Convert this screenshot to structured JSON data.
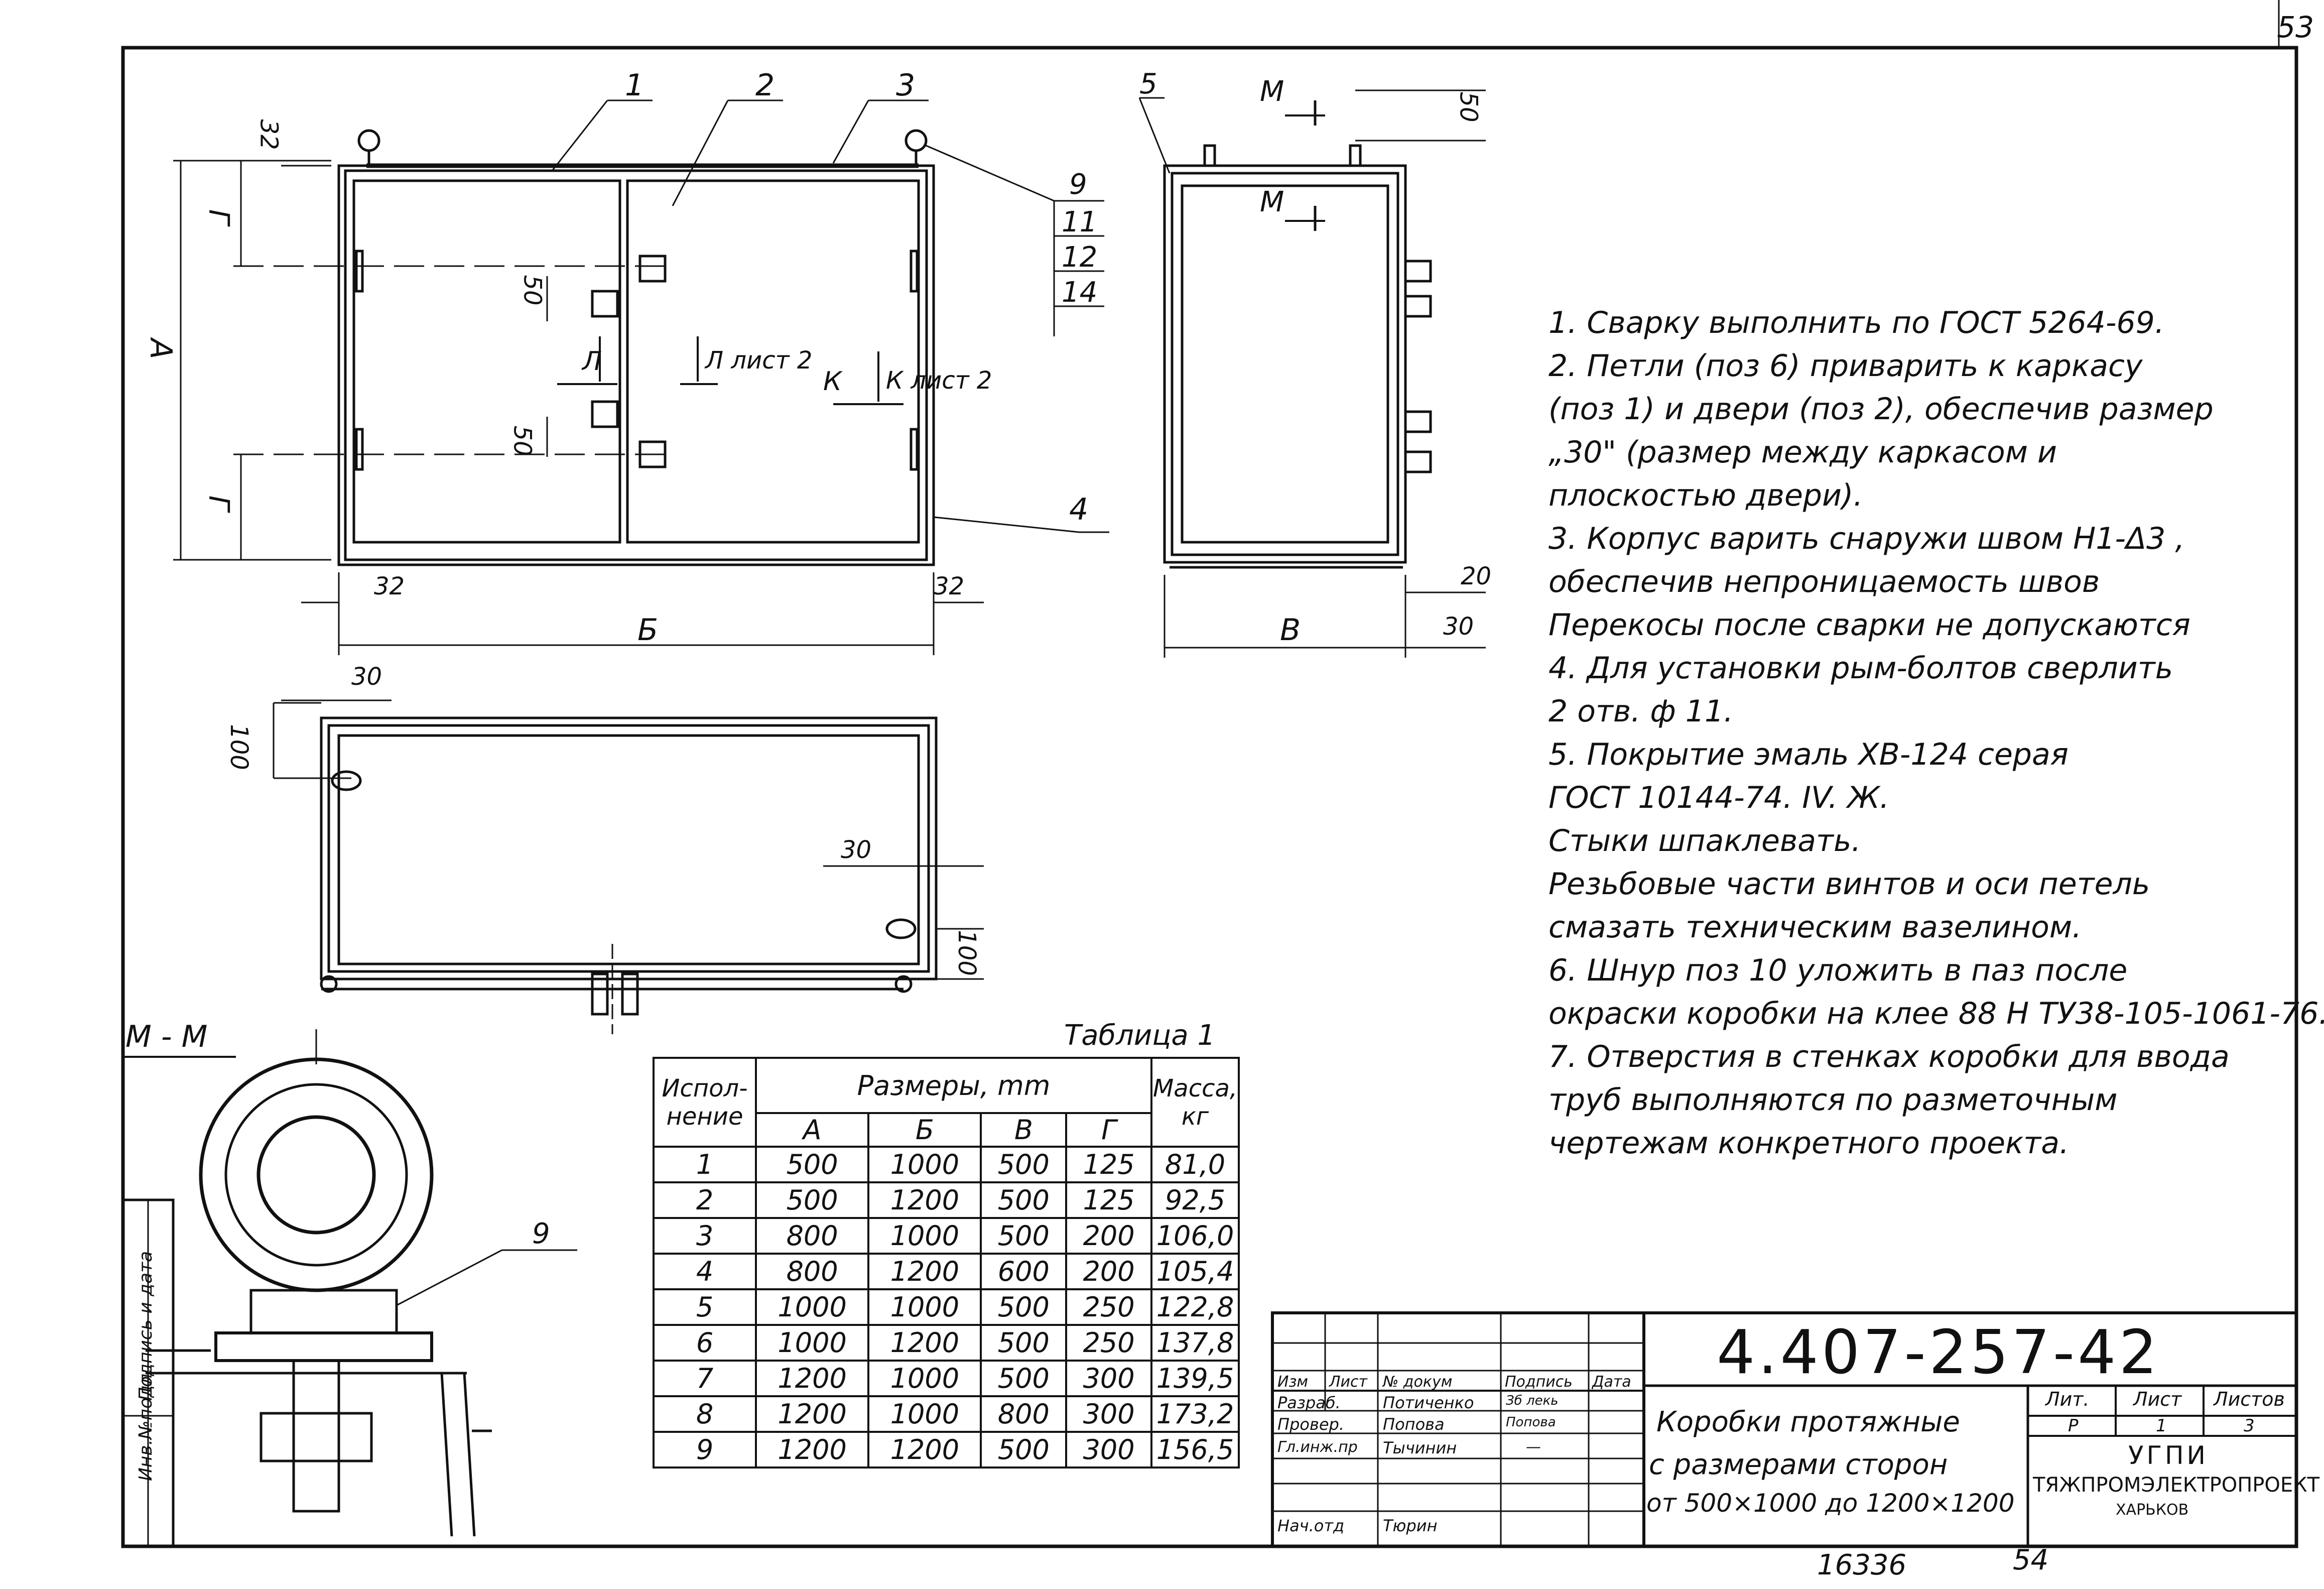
{
  "page_number": "53",
  "labels": {
    "pos1": "1",
    "pos2": "2",
    "pos3": "3",
    "pos4": "4",
    "pos5": "5",
    "pos9": "9",
    "pos11": "11",
    "pos12": "12",
    "pos14": "14",
    "dim32a": "32",
    "dim50a": "50",
    "dim50b": "50",
    "dimG1": "Г",
    "dimG2": "Г",
    "dimA": "А",
    "dim32b": "32",
    "dim32c": "32",
    "dimB": "Б",
    "dimM1": "М",
    "dimM2": "М",
    "dim50c": "50",
    "dim20": "20",
    "dim30a": "30",
    "dimV": "В",
    "dim30b": "30",
    "dim100a": "100",
    "dim30c": "30",
    "dim100b": "100",
    "secL1": "Л",
    "secL2": "Л лист 2",
    "secK1": "К",
    "secK2": "К лист 2",
    "section_mm": "М - М",
    "pos9b": "9"
  },
  "notes": [
    "1. Сварку выполнить по ГОСТ 5264-69.",
    "2. Петли (поз 6) приварить к каркасу",
    "(поз 1) и двери (поз 2), обеспечив размер",
    "„30\" (размер между каркасом и",
    "плоскостью двери).",
    "3. Корпус варить снаружи швом  Н1-Δ3 ,",
    "обеспечив непроницаемость швов",
    "Перекосы после сварки не допускаются",
    "4. Для установки рым-болтов сверлить",
    "2 отв. ф 11.",
    "5. Покрытие эмаль ХВ-124 серая",
    "ГОСТ 10144-74. IV. Ж.",
    "Стыки шпаклевать.",
    "Резьбовые части винтов и оси петель",
    "смазать техническим вазелином.",
    "6. Шнур поз 10 уложить в паз после",
    "окраски коробки на клее 88 Н ТУ38-105-1061-76.",
    "7. Отверстия в стенках коробки для ввода",
    "труб выполняются по разметочным",
    "чертежам конкретного проекта."
  ],
  "table": {
    "caption": "Таблица 1",
    "header": {
      "execution": "Испол-нение",
      "sizes": "Размеры, mm",
      "mass": "Масса, кг"
    },
    "subheaders": [
      "А",
      "Б",
      "В",
      "Г"
    ],
    "rows": [
      [
        "1",
        "500",
        "1000",
        "500",
        "125",
        "81,0"
      ],
      [
        "2",
        "500",
        "1200",
        "500",
        "125",
        "92,5"
      ],
      [
        "3",
        "800",
        "1000",
        "500",
        "200",
        "106,0"
      ],
      [
        "4",
        "800",
        "1200",
        "600",
        "200",
        "105,4"
      ],
      [
        "5",
        "1000",
        "1000",
        "500",
        "250",
        "122,8"
      ],
      [
        "6",
        "1000",
        "1200",
        "500",
        "250",
        "137,8"
      ],
      [
        "7",
        "1200",
        "1000",
        "500",
        "300",
        "139,5"
      ],
      [
        "8",
        "1200",
        "1000",
        "800",
        "300",
        "173,2"
      ],
      [
        "9",
        "1200",
        "1200",
        "500",
        "300",
        "156,5"
      ]
    ]
  },
  "title_block": {
    "doc_code": "4.407-257-42",
    "headers": [
      "Изм",
      "Лист",
      "№ докум",
      "Подпись",
      "Дата"
    ],
    "roles": [
      {
        "role": "Разраб.",
        "name": "Потиченко",
        "sign": "Зб лекь"
      },
      {
        "role": "Провер.",
        "name": "Попова",
        "sign": "Попова"
      },
      {
        "role": "Гл.инж.пр",
        "name": "Тычинин",
        "sign": "—"
      },
      {
        "role": "Нач.отд",
        "name": "Тюрин",
        "sign": ""
      }
    ],
    "title": "Коробки протяжные с размерами сторон от 500×1000 до 1200×1200",
    "title_lines": [
      "Коробки протяжные",
      "с размерами сторон",
      "от 500×1000 до 1200×1200"
    ],
    "lit_label": "Лит.",
    "sheet_label": "Лист",
    "sheets_label": "Листов",
    "lit_value": "Р",
    "sheet_value": "1",
    "sheets_value": "3",
    "org1": "УГПИ",
    "org2": "ТЯЖПРОМЭЛЕКТРОПРОЕКТ",
    "org3": "ХАРЬКОВ"
  },
  "side_stamp": {
    "a": "Инв.№подл.",
    "b": "Подпись и дата"
  },
  "bottom": {
    "num1": "16336",
    "num2": "54"
  }
}
